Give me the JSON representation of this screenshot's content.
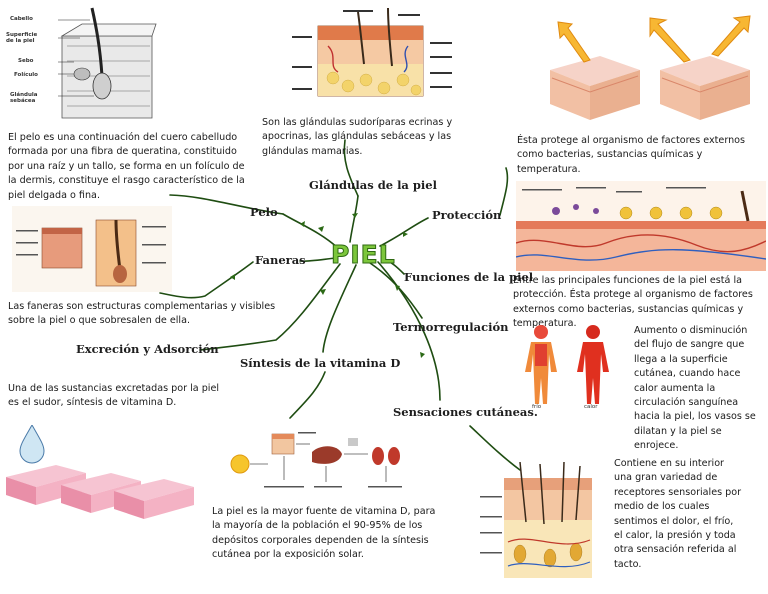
{
  "center": "PIEL",
  "nodes": {
    "glandulas": "Glándulas de la piel",
    "proteccion": "Protección",
    "pelo": "Pelo",
    "faneras": "Faneras",
    "funciones": "Funciones de la piel",
    "termorregulacion": "Termorregulación",
    "excrecion": "Excreción y Adsorción",
    "sintesis": "Síntesis de la vitamina D",
    "sensaciones": "Sensaciones cutáneas."
  },
  "texts": {
    "pelo": "El pelo es una continuación del cuero cabelludo formada por una fibra de queratina, constituido por una raíz y un tallo, se forma en un folículo de la dermis, constituye el rasgo característico de la piel delgada o fina.",
    "glandulas": "Son las glándulas sudoríparas ecrinas y apocrinas, las glándulas sebáceas y las glándulas mamarias.",
    "proteccion": "Ésta protege al organismo de factores externos como bacterias, sustancias químicas y temperatura.",
    "funciones": "Entre las principales funciones de la piel está la protección. Ésta protege al organismo de factores externos como bacterias, sustancias químicas y temperatura.",
    "faneras": "Las faneras son estructuras complementarias y visibles sobre la piel o que sobresalen de ella.",
    "excrecion": "Una de las sustancias excretadas por la piel es el sudor, síntesis de vitamina D.",
    "termorregulacion": "Aumento o disminución del flujo de sangre que llega a la superficie cutánea, cuando hace calor aumenta la circulación sanguínea hacia la piel, los vasos se dilatan y la piel se enrojece.",
    "sintesis": "La piel es la mayor fuente de vitamina D, para la mayoría de la población el 90-95% de los depósitos corporales dependen de la síntesis cutánea por la exposición solar.",
    "sensaciones": "Contiene en su interior una gran variedad de receptores sensoriales por medio de los cuales sentimos el dolor, el frío, el calor, la presión y toda otra sensación referida al tacto."
  },
  "hair_labels": {
    "cabello": "Cabello",
    "superficie": "Superficie de la piel",
    "sebo": "Sebo",
    "foliculo": "Folículo",
    "glandula": "Glándula sebácea"
  },
  "body_labels": {
    "frio": "frío",
    "calor": "calor"
  }
}
